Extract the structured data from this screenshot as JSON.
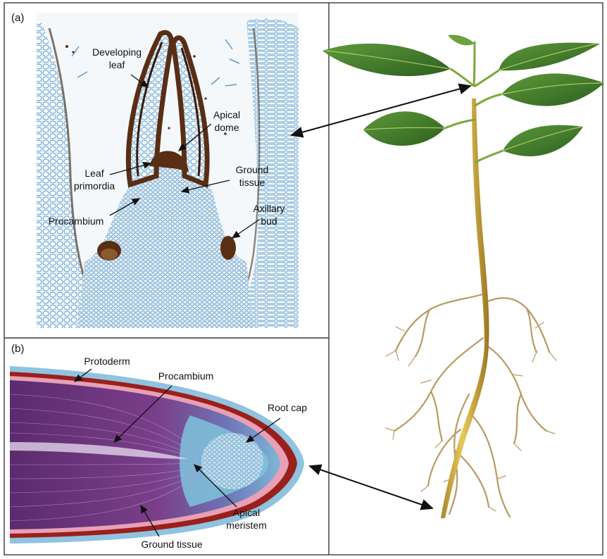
{
  "panel_a": {
    "letter": "(a)",
    "labels": {
      "developing_leaf_1": "Developing",
      "developing_leaf_2": "leaf",
      "apical_dome_1": "Apical",
      "apical_dome_2": "dome",
      "leaf_primordia_1": "Leaf",
      "leaf_primordia_2": "primordia",
      "ground_tissue_1": "Ground",
      "ground_tissue_2": "tissue",
      "axillary_bud_1": "Axillary",
      "axillary_bud_2": "bud",
      "procambium": "Procambium"
    }
  },
  "panel_b": {
    "letter": "(b)",
    "labels": {
      "protoderm": "Protoderm",
      "procambium": "Procambium",
      "root_cap": "Root cap",
      "apical_meristem_1": "Apical",
      "apical_meristem_2": "meristem",
      "ground_tissue": "Ground tissue"
    }
  },
  "colors": {
    "frame": "#3a3a3a",
    "cell_blue": "#6fa8d0",
    "stain_brown": "#5a2e14",
    "root_purple": "#6a2f7a",
    "root_cap_red": "#9b1f1a",
    "leaf_green": "#3f7a2a",
    "stem_yellow": "#d7b33a",
    "root_tan": "#b89a62"
  }
}
